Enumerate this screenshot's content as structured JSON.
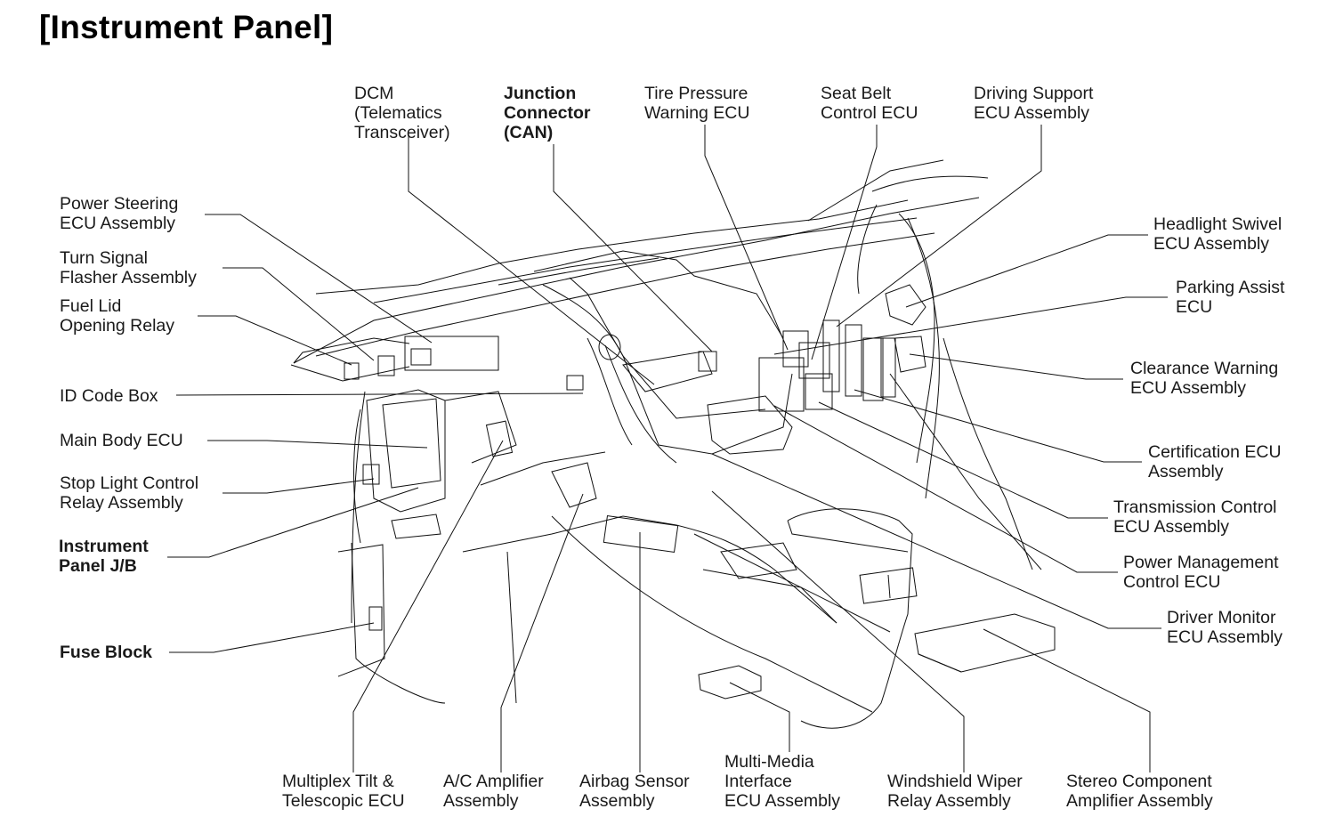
{
  "title": "[Instrument Panel]",
  "colors": {
    "ink": "#111111",
    "background": "#ffffff"
  },
  "labels": {
    "dcm": {
      "lines": [
        "DCM",
        "(Telematics",
        "Transceiver)"
      ],
      "bold": false
    },
    "junction_connector": {
      "lines": [
        "Junction",
        "Connector",
        "(CAN)"
      ],
      "bold": true
    },
    "tire_pressure": {
      "lines": [
        "Tire Pressure",
        "Warning ECU"
      ],
      "bold": false
    },
    "seat_belt": {
      "lines": [
        "Seat Belt",
        "Control ECU"
      ],
      "bold": false
    },
    "driving_support": {
      "lines": [
        "Driving Support",
        "ECU Assembly"
      ],
      "bold": false
    },
    "power_steering": {
      "lines": [
        "Power Steering",
        "ECU Assembly"
      ],
      "bold": false
    },
    "turn_signal": {
      "lines": [
        "Turn Signal",
        "Flasher Assembly"
      ],
      "bold": false
    },
    "fuel_lid": {
      "lines": [
        "Fuel Lid",
        "Opening Relay"
      ],
      "bold": false
    },
    "id_code_box": {
      "lines": [
        "ID Code Box"
      ],
      "bold": false
    },
    "main_body_ecu": {
      "lines": [
        "Main Body ECU"
      ],
      "bold": false
    },
    "stop_light": {
      "lines": [
        "Stop Light Control",
        "Relay Assembly"
      ],
      "bold": false
    },
    "instrument_panel_jb": {
      "lines": [
        "Instrument",
        "Panel J/B"
      ],
      "bold": true
    },
    "fuse_block": {
      "lines": [
        "Fuse Block"
      ],
      "bold": true
    },
    "headlight_swivel": {
      "lines": [
        "Headlight Swivel",
        "ECU Assembly"
      ],
      "bold": false
    },
    "parking_assist": {
      "lines": [
        "Parking Assist",
        "ECU"
      ],
      "bold": false
    },
    "clearance_warning": {
      "lines": [
        "Clearance Warning",
        "ECU Assembly"
      ],
      "bold": false
    },
    "certification": {
      "lines": [
        "Certification ECU",
        "Assembly"
      ],
      "bold": false
    },
    "transmission_control": {
      "lines": [
        "Transmission Control",
        "ECU Assembly"
      ],
      "bold": false
    },
    "power_management": {
      "lines": [
        "Power Management",
        "Control ECU"
      ],
      "bold": false
    },
    "driver_monitor": {
      "lines": [
        "Driver Monitor",
        "ECU Assembly"
      ],
      "bold": false
    },
    "multiplex_tilt": {
      "lines": [
        "Multiplex Tilt &",
        "Telescopic ECU"
      ],
      "bold": false
    },
    "ac_amplifier": {
      "lines": [
        "A/C Amplifier",
        "Assembly"
      ],
      "bold": false
    },
    "airbag_sensor": {
      "lines": [
        "Airbag Sensor",
        "Assembly"
      ],
      "bold": false
    },
    "multimedia_interface": {
      "lines": [
        "Multi-Media",
        "Interface",
        "ECU Assembly"
      ],
      "bold": false
    },
    "windshield_wiper": {
      "lines": [
        "Windshield Wiper",
        "Relay Assembly"
      ],
      "bold": false
    },
    "stereo_amplifier": {
      "lines": [
        "Stereo Component",
        "Amplifier Assembly"
      ],
      "bold": false
    }
  }
}
